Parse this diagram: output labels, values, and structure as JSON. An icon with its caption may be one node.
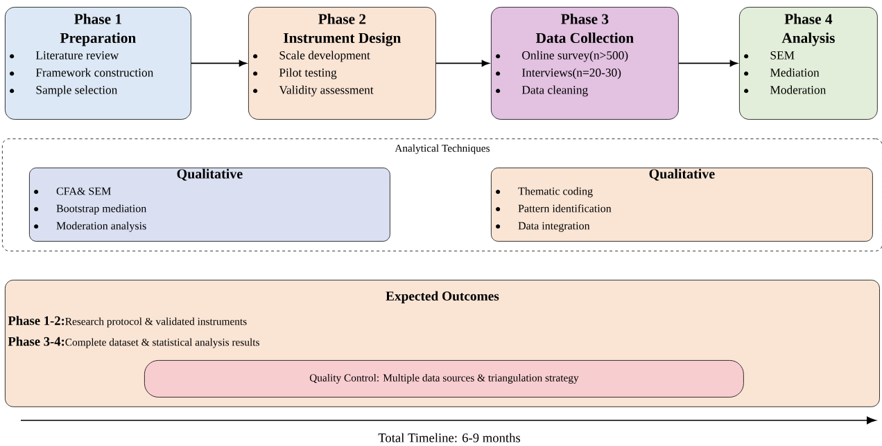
{
  "diagram": {
    "nodes": [
      {
        "text": [
          "Phase 1",
          "Preparation",
          "Literature review",
          "Framework construction",
          "Sample selection"
        ]
      },
      {
        "text": [
          "Phase 2",
          "Instrument Design",
          "Scale development",
          "Pilot testing",
          "Validity assessment"
        ]
      },
      {
        "text": [
          "Phase 3",
          "Data Collection",
          "Online survey(n>500)",
          "Interviews(n=20-30)",
          "Data cleaning"
        ]
      },
      {
        "text": [
          "Phase 4",
          "Analysis",
          "SEM",
          "Mediation",
          "Moderation"
        ]
      },
      {
        "text": [
          "Analytical Techniques"
        ]
      },
      {
        "text": [
          "Qualitative",
          "CFA& SEM",
          "Bootstrap mediation",
          "Moderation analysis"
        ],
        "in": 4
      },
      {
        "text": [
          "Qualitative",
          "Thematic coding",
          "Pattern identification",
          "Data integration"
        ],
        "in": 4
      },
      {
        "text": [
          "Expected Outcomes",
          "**Phase 1-2:**Research protocol & validated instruments",
          "**Phase 3-4:**Complete dataset & statistical analysis results"
        ]
      },
      {
        "text": [
          "Quality Control: Multiple data sources & triangulation strategy"
        ],
        "in": 7
      }
    ],
    "edges": [
      {
        "from": 0,
        "to": 1,
        "arrow": "to"
      },
      {
        "from": 1,
        "to": 2,
        "arrow": "to"
      },
      {
        "from": 2,
        "to": 3,
        "arrow": "to"
      }
    ],
    "labels": [
      "Total Timeline: 6-9 months"
    ]
  }
}
